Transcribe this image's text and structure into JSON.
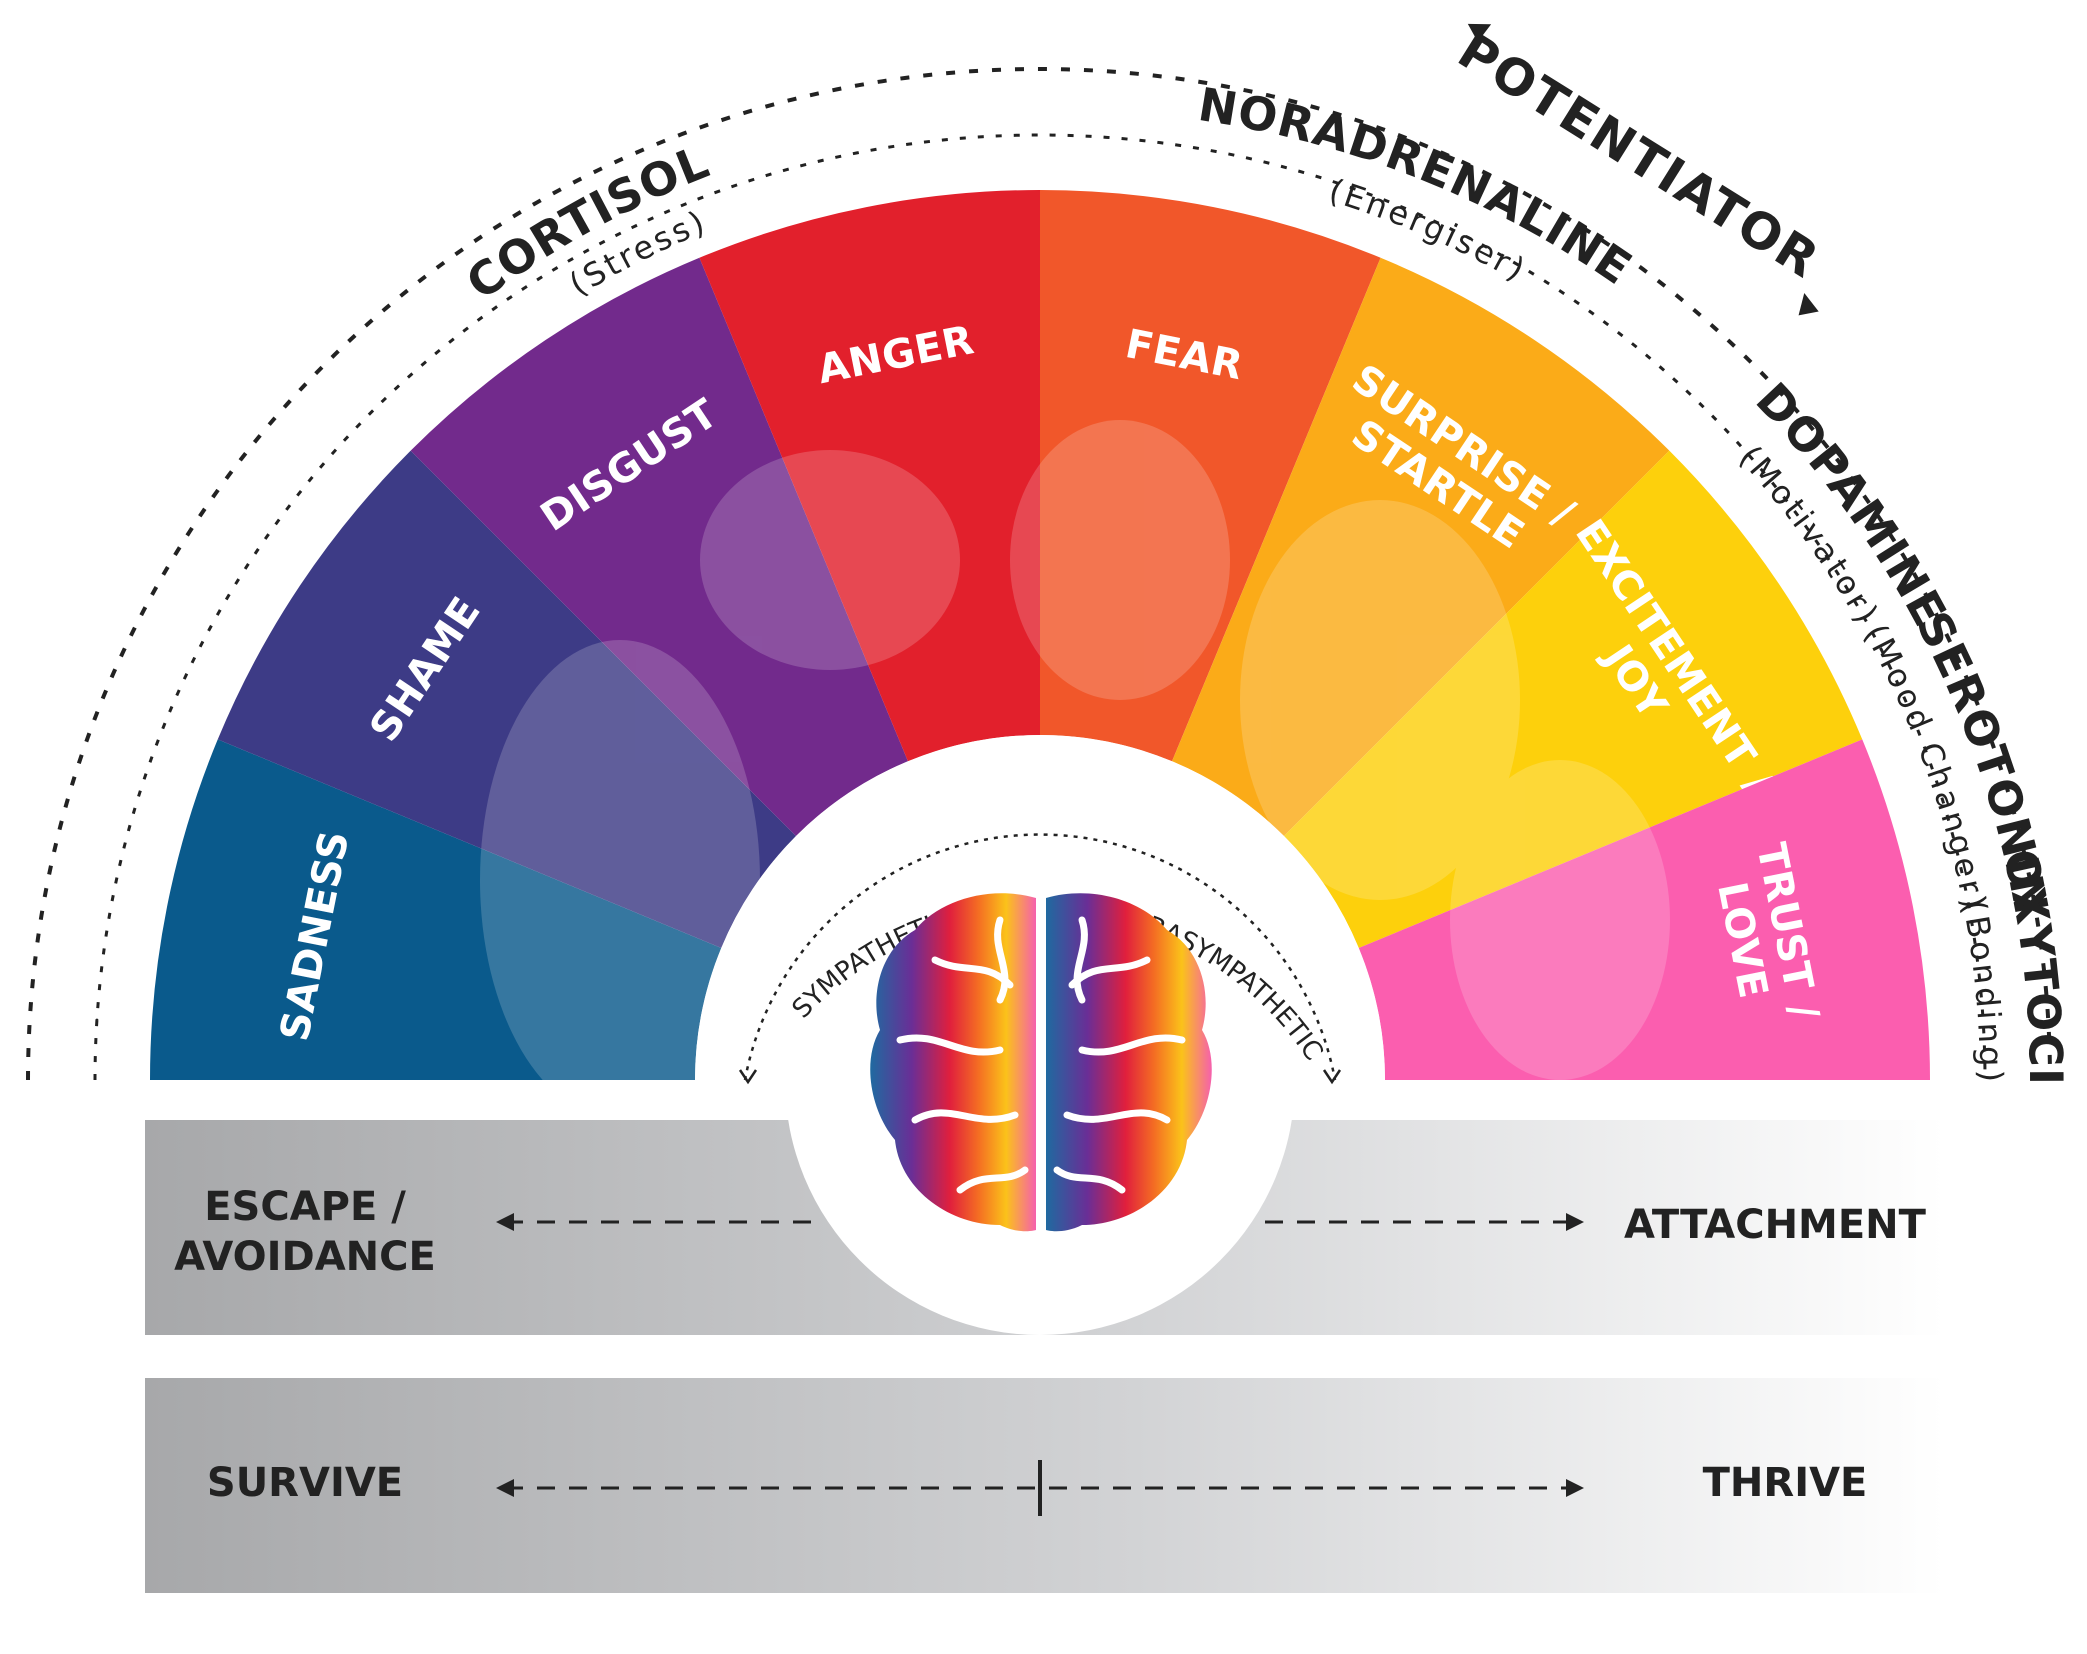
{
  "emotions": [
    {
      "label": "SADNESS",
      "color": "#0a5a8c"
    },
    {
      "label": "SHAME",
      "color": "#3d3b86"
    },
    {
      "label": "DISGUST",
      "color": "#722a8c"
    },
    {
      "label": "ANGER",
      "color": "#e2202c"
    },
    {
      "label": "FEAR",
      "color": "#f1572a"
    },
    {
      "label": "SURPRISE /|STARTLE",
      "color": "#fbab18"
    },
    {
      "label": "EXCITEMENT /|JOY",
      "color": "#fdd00c"
    },
    {
      "label": "TRUST /|LOVE",
      "color": "#fb5eaf"
    }
  ],
  "hormones": {
    "cortisol": "CORTISOL",
    "cortisol_sub": "(Stress)",
    "noradrenaline": "NORADRENALINE",
    "noradrenaline_sub": "(Energiser)",
    "dopamine": "DOPAMINE",
    "dopamine_sub": "(Motivator)",
    "serotonin": "SEROTONIN",
    "serotonin_sub": "(Mood Changer)",
    "oxytocin": "OXYTOCIN",
    "oxytocin_sub": "(Bonding)",
    "potentiator": "POTENTIATOR"
  },
  "nervous": {
    "sympathetic": "SYMPATHETIC",
    "parasympathetic": "PARASYMPATHETIC"
  },
  "bands": {
    "top_left_line1": "ESCAPE /",
    "top_left_line2": "AVOIDANCE",
    "top_right": "ATTACHMENT",
    "bottom_left": "SURVIVE",
    "bottom_right": "THRIVE"
  },
  "icons": {
    "center": "brain-icon"
  }
}
